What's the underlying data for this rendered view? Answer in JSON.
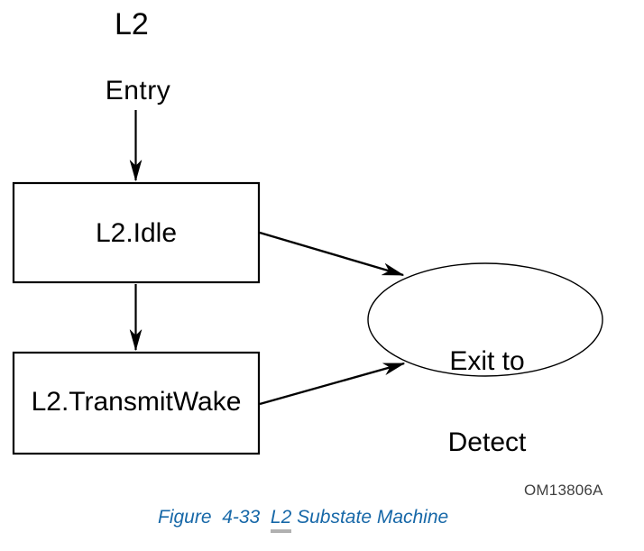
{
  "diagram": {
    "title": "L2",
    "entry_label": "Entry",
    "states": {
      "idle": "L2.Idle",
      "transmit_wake": "L2.TransmitWake"
    },
    "exit_state": {
      "line1": "Exit to",
      "line2": "Detect"
    },
    "artwork_code": "OM13806A"
  },
  "caption": {
    "prefix": "Figure  4-33  ",
    "link": "L2",
    "suffix": " Substate Machine",
    "full_text": "Figure 4-33 L2 Substate Machine"
  },
  "colors": {
    "line_black": "#000000",
    "caption_blue": "#1768a8",
    "artwork_code_gray": "#404040",
    "caption_underline_gray": "#b1b1b1",
    "background": "#ffffff"
  }
}
